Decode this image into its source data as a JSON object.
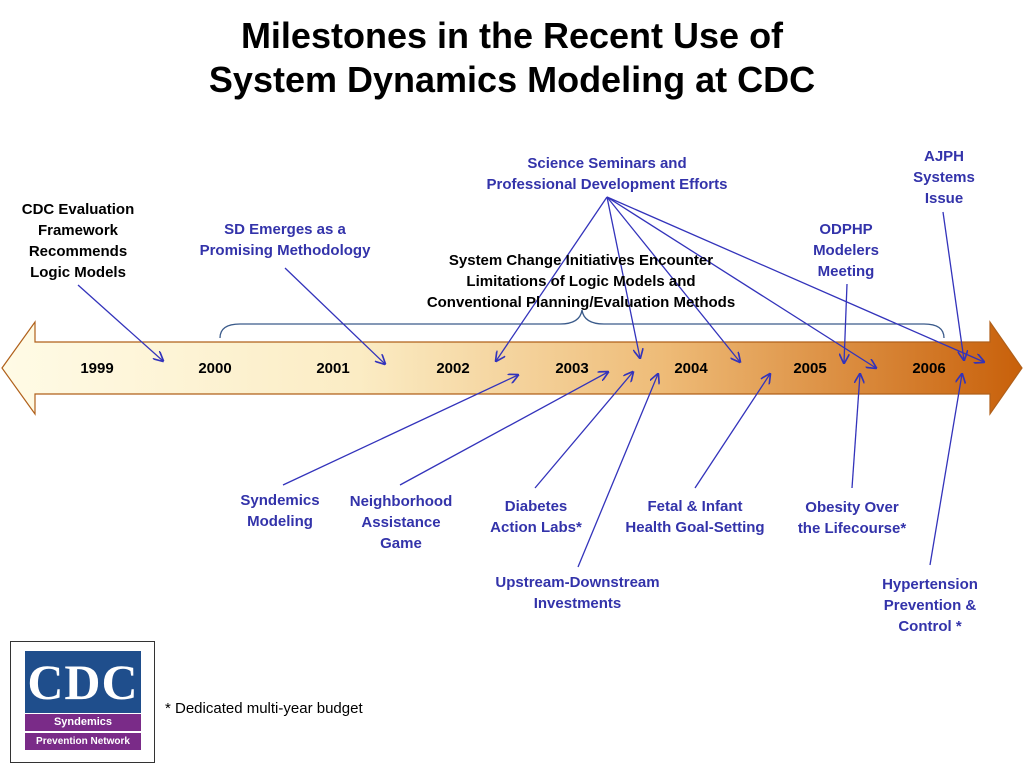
{
  "title": {
    "line1": "Milestones in the Recent Use of",
    "line2": "System Dynamics Modeling at CDC"
  },
  "timeline": {
    "years": [
      "1999",
      "2000",
      "2001",
      "2002",
      "2003",
      "2004",
      "2005",
      "2006"
    ]
  },
  "milestones_above": {
    "cdc_eval": [
      "CDC Evaluation",
      "Framework",
      "Recommends",
      "Logic Models"
    ],
    "sd_emerges": [
      "SD Emerges as a",
      "Promising Methodology"
    ],
    "system_change": [
      "System Change Initiatives Encounter",
      "Limitations of Logic Models and",
      "Conventional Planning/Evaluation Methods"
    ],
    "science_seminars": [
      "Science Seminars and",
      "Professional Development Efforts"
    ],
    "odphp": [
      "ODPHP",
      "Modelers",
      "Meeting"
    ],
    "ajph": [
      "AJPH",
      "Systems",
      "Issue"
    ]
  },
  "milestones_below": {
    "syndemics_modeling": [
      "Syndemics",
      "Modeling"
    ],
    "neighborhood": [
      "Neighborhood",
      "Assistance",
      "Game"
    ],
    "diabetes": [
      "Diabetes",
      "Action Labs*"
    ],
    "upstream": [
      "Upstream-Downstream",
      "Investments"
    ],
    "fetal": [
      "Fetal & Infant",
      "Health Goal-Setting"
    ],
    "obesity": [
      "Obesity Over",
      "the Lifecourse*"
    ],
    "hypertension": [
      "Hypertension",
      "Prevention &",
      "Control *"
    ]
  },
  "footnote": "* Dedicated multi-year budget",
  "logo": {
    "mark": "CDC",
    "line1": "Syndemics",
    "line2": "Prevention Network"
  },
  "colors": {
    "label_blue": "#3333aa",
    "arrow_blue": "#3333bb",
    "timeline_start": "#fdf6dc",
    "timeline_end": "#c8600a",
    "brace": "#3a5a8a"
  }
}
